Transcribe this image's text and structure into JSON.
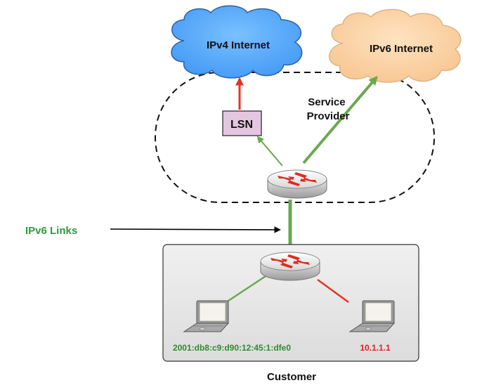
{
  "clouds": {
    "ipv4": {
      "label": "IPv4 Internet",
      "fill": "#5aaeff",
      "stroke": "#2f5fa8"
    },
    "ipv6": {
      "label": "IPv6 Internet",
      "fill": "#ffcf9a",
      "stroke": "#d9a36a"
    }
  },
  "service_provider": {
    "label_line1": "Service",
    "label_line2": "Provider"
  },
  "lsn": {
    "label": "LSN",
    "fill": "#e4c6e2"
  },
  "links_label": {
    "text": "IPv6 Links",
    "color": "#2f9a3d"
  },
  "customer": {
    "label": "Customer",
    "fill": "#e8e8e8"
  },
  "hosts": {
    "left": {
      "address": "2001:db8:c9:d90:12:45:1:dfe0",
      "color": "#2f8a2f"
    },
    "right": {
      "address": "10.1.1.1",
      "color": "#e02020"
    }
  },
  "colors": {
    "ipv6_link": "#6aa84f",
    "ipv4_link": "#e53322",
    "router_arrow": "#e02a1e"
  },
  "icons": {
    "router": "router-icon",
    "laptop": "laptop-icon",
    "arrow": "pointer-arrow-icon"
  }
}
